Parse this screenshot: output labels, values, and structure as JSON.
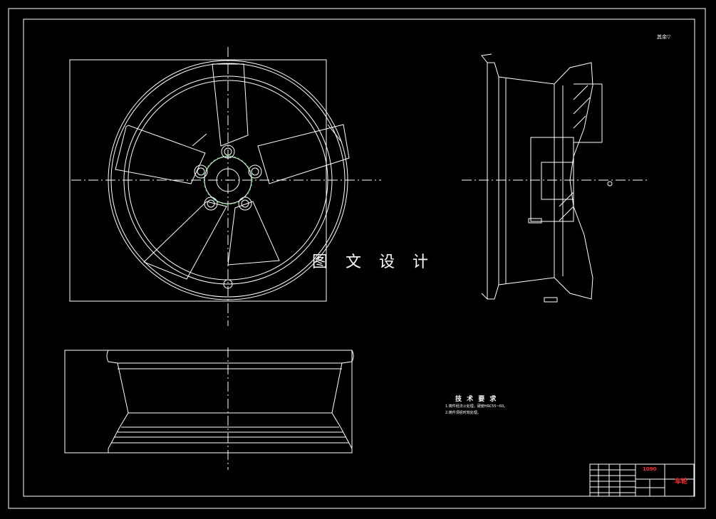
{
  "watermark": "图 文 设 计",
  "tech_requirements": {
    "title": "技 术 要 求",
    "lines": [
      "1.铸件经淬火处理，硬度HRC55~60。",
      "2.铸件须经时效处理。"
    ]
  },
  "corner_note": "其余▽",
  "title_block": {
    "material": "1090",
    "part_name": "车轮"
  },
  "colors": {
    "background": "#000000",
    "line": "#ffffff",
    "accent_green": "#1fae3a",
    "accent_red": "#ff2a2a"
  },
  "views": [
    "front-view-wheel",
    "section-view-wheel",
    "side-view-wheel"
  ]
}
